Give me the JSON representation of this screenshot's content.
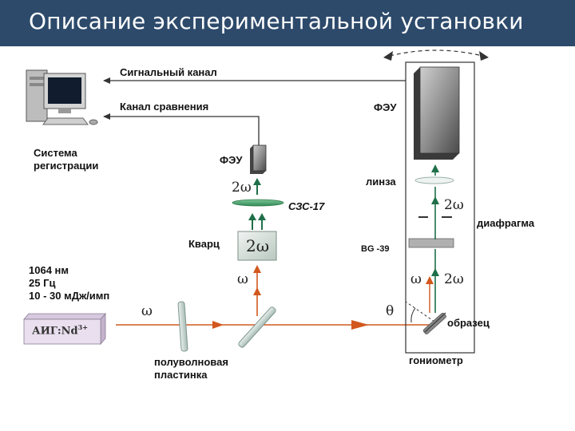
{
  "title": "Описание экспериментальной установки",
  "labels": {
    "signal_channel": "Сигнальный канал",
    "reference_channel": "Канал сравнения",
    "registration_system_line1": "Система",
    "registration_system_line2": "регистрации",
    "pmt_reference": "ФЭУ",
    "pmt_signal": "ФЭУ",
    "filter_szs": "СЗС-17",
    "quartz": "Кварц",
    "lens": "линза",
    "diaphragm": "диафрагма",
    "filter_bg": "BG -39",
    "sample": "образец",
    "goniometer": "гониометр",
    "halfwave_line1": "полуволновая",
    "halfwave_line2": "пластинка",
    "wavelength": "1064 нм",
    "frequency": "25 Гц",
    "pulse_energy": "10 - 30 мДж/имп",
    "laser_name": "АИГ:Nd",
    "laser_ion": "3+"
  },
  "symbols": {
    "two_omega": "2ω",
    "omega": "ω",
    "theta": "θ"
  },
  "colors": {
    "title_bg": "#2d4a6b",
    "fundamental_beam": "#d2581e",
    "harmonic_beam": "#1f6f48",
    "laser_box": "#e9dfee"
  }
}
